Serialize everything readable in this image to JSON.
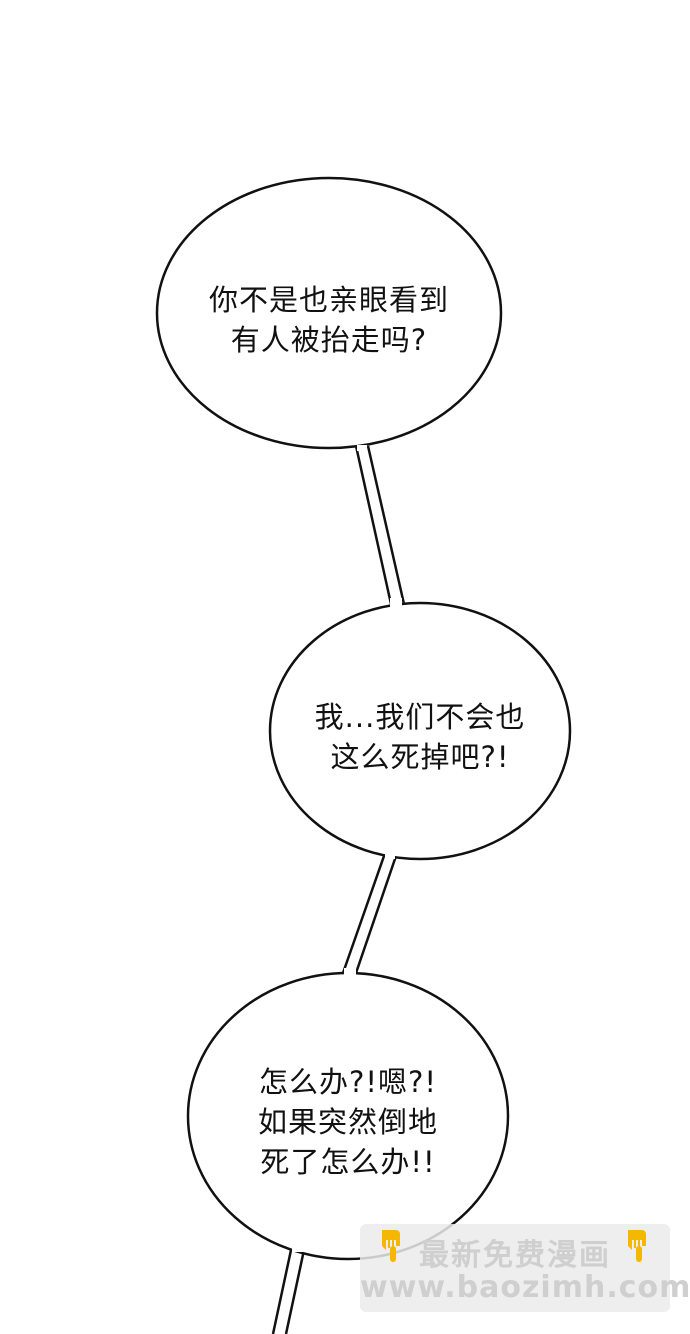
{
  "bubbles": [
    {
      "lines": [
        "你不是也亲眼看到",
        "有人被抬走吗?"
      ]
    },
    {
      "lines": [
        "我...我们不会也",
        "这么死掉吧?!"
      ]
    },
    {
      "lines": [
        "怎么办?!嗯?!",
        "如果突然倒地",
        "死了怎么办!!"
      ]
    }
  ],
  "watermark": {
    "title": "最新免费漫画",
    "url": "www.baozimh.com",
    "icon": "pointing-hand-icon",
    "icon_color": "#f5b800"
  }
}
